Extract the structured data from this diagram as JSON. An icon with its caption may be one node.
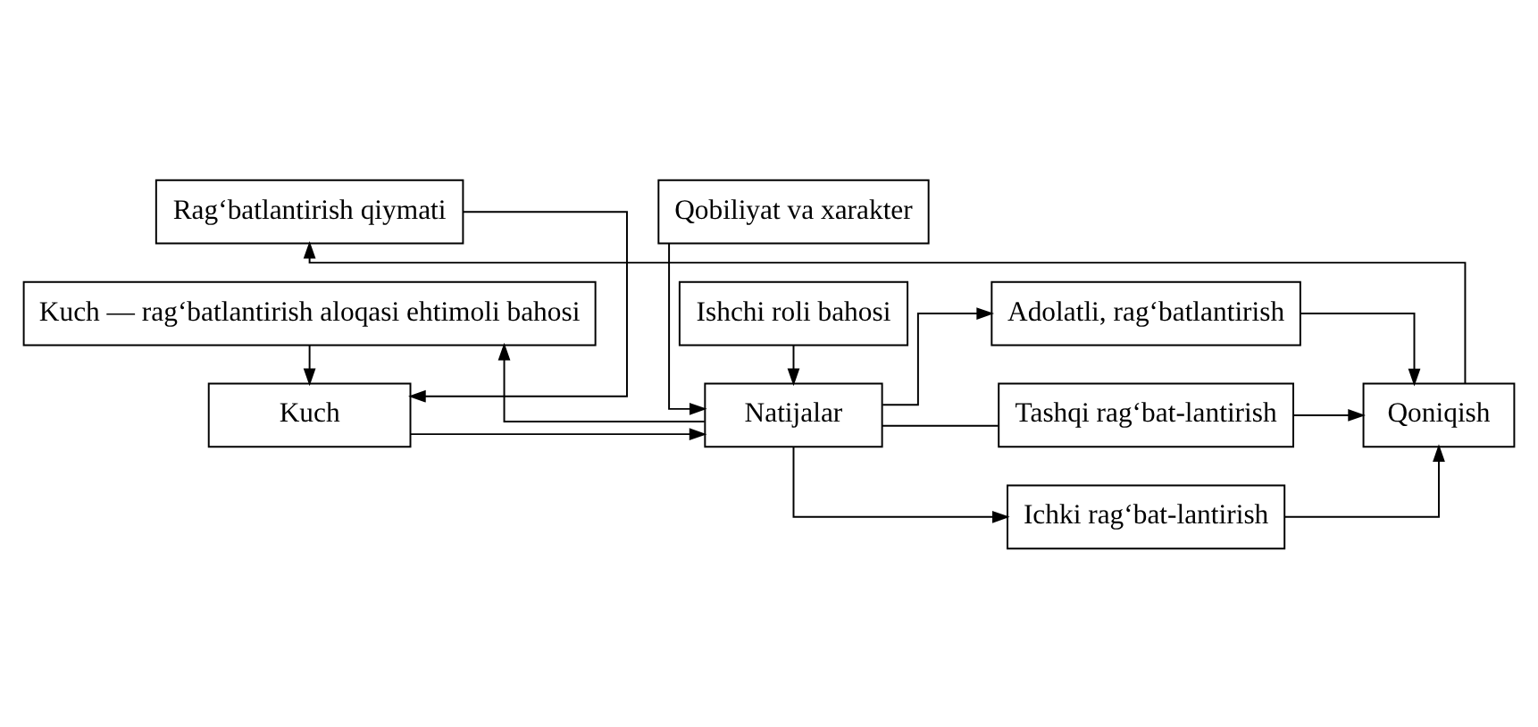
{
  "diagram": {
    "nodes": [
      {
        "text": [
          "Rag‘batlantirish qiymati"
        ]
      },
      {
        "text": [
          "Qobiliyat va xarakter"
        ]
      },
      {
        "text": [
          "Adolatli, rag‘batlantirish"
        ]
      },
      {
        "text": [
          "Kuch"
        ]
      },
      {
        "text": [
          "Natijalar"
        ]
      },
      {
        "text": [
          "Tashqi rag‘bat-lantirish"
        ]
      },
      {
        "text": [
          "Qoniqish"
        ]
      },
      {
        "text": [
          "Kuch — rag‘batlantirish aloqasi ehtimoli bahosi"
        ]
      },
      {
        "text": [
          "Ishchi roli bahosi"
        ]
      },
      {
        "text": [
          "Ichki rag‘bat-lantirish"
        ]
      }
    ],
    "edges": [
      {
        "from": 0,
        "to": 3,
        "arrow": "to"
      },
      {
        "from": 7,
        "to": 3,
        "arrow": "to"
      },
      {
        "from": 3,
        "to": 4,
        "arrow": "to"
      },
      {
        "from": 1,
        "to": 4,
        "arrow": "to"
      },
      {
        "from": 8,
        "to": 4,
        "arrow": "to"
      },
      {
        "from": 4,
        "to": 2,
        "arrow": "to"
      },
      {
        "from": 4,
        "to": 5,
        "arrow": "none"
      },
      {
        "from": 4,
        "to": 9,
        "arrow": "to"
      },
      {
        "from": 4,
        "to": 7,
        "arrow": "to"
      },
      {
        "from": 2,
        "to": 6,
        "arrow": "to"
      },
      {
        "from": 5,
        "to": 6,
        "arrow": "to"
      },
      {
        "from": 9,
        "to": 6,
        "arrow": "to"
      },
      {
        "from": 6,
        "to": 0,
        "arrow": "to"
      }
    ]
  }
}
